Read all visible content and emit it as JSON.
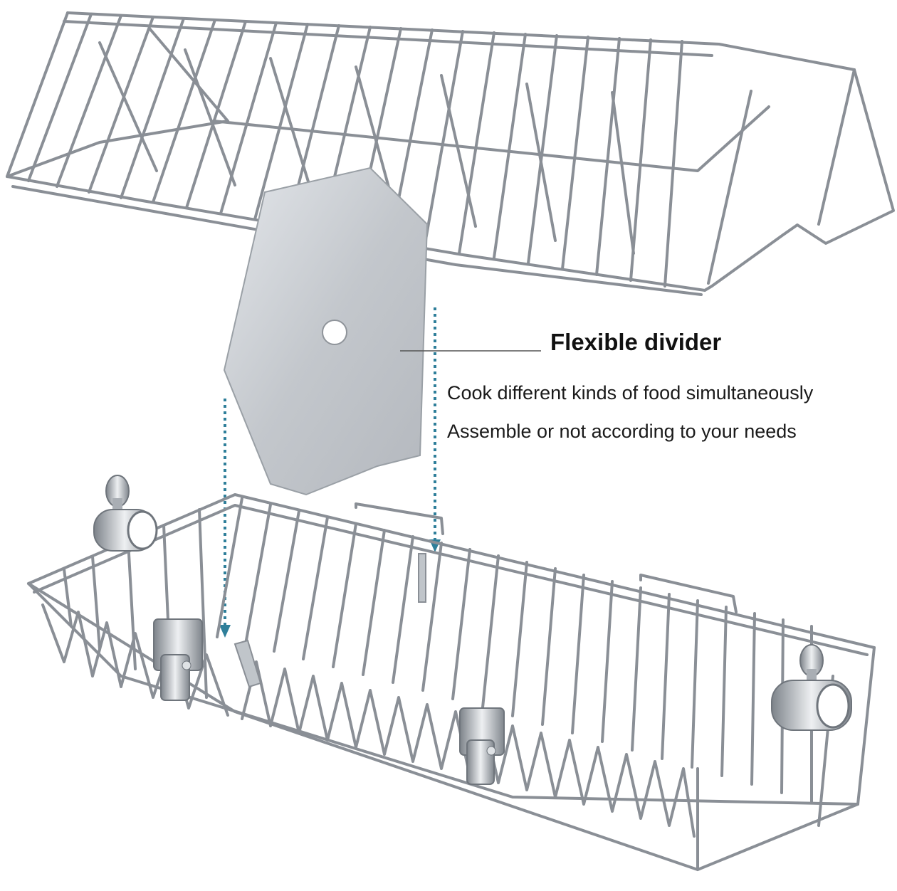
{
  "callout": {
    "title": "Flexible divider",
    "lines": [
      "Cook different kinds of food simultaneously",
      "Assemble or not according to your needs"
    ]
  },
  "colors": {
    "background": "#ffffff",
    "wire": "#8a8f96",
    "wire_highlight": "#d9dde2",
    "divider_plate": "#c8ccd1",
    "guide_arrow": "#2f7f9a",
    "leader_line": "#555555"
  },
  "icons": {
    "hold_down": "thumbscrew-icon",
    "clasp": "latch-icon"
  }
}
